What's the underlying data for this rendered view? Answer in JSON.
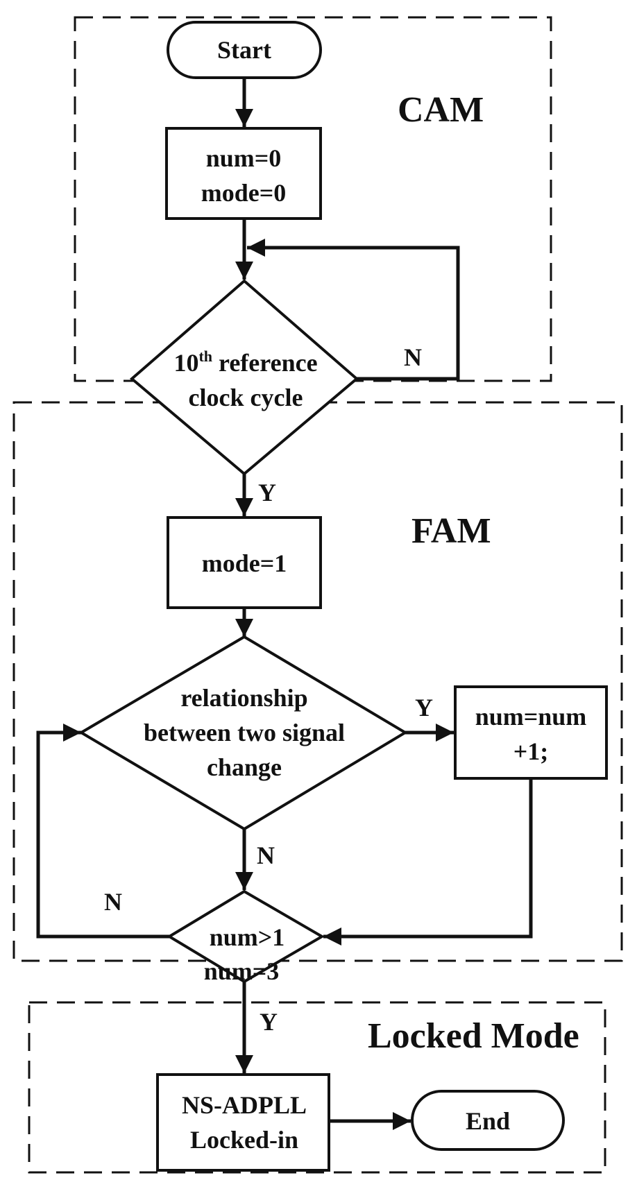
{
  "colors": {
    "stroke": "#111111",
    "background": "#ffffff"
  },
  "regions": {
    "cam": "CAM",
    "fam": "FAM",
    "locked": "Locked Mode"
  },
  "nodes": {
    "start": "Start",
    "init_line1": "num=0",
    "init_line2": "mode=0",
    "decision1_line1_num": "10",
    "decision1_line1_sup": "th",
    "decision1_line1_rest": " reference",
    "decision1_line2": "clock cycle",
    "mode1": "mode=1",
    "decision2_line1": "relationship",
    "decision2_line2": "between two signal",
    "decision2_line3": "change",
    "increment_line1": "num=num",
    "increment_line2": "+1;",
    "decision3_line1": "num>1",
    "decision3_line2": "num=3",
    "locked_line1": "NS-ADPLL",
    "locked_line2": "Locked-in",
    "end": "End"
  },
  "edge_labels": {
    "d1_no": "N",
    "d1_yes": "Y",
    "d2_yes": "Y",
    "d2_no": "N",
    "d3_no": "N",
    "d3_yes": "Y"
  }
}
